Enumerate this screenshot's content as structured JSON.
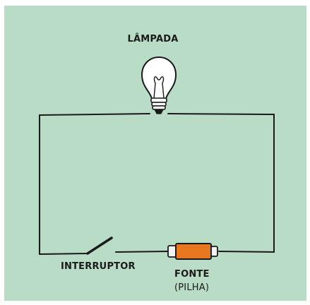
{
  "labels": {
    "lamp": "LÂMPADA",
    "switch": "INTERRUPTOR",
    "source": "FONTE",
    "source_sub": "(PILHA)"
  },
  "colors": {
    "background": "#b9dcc7",
    "wire": "#1a1a1a",
    "battery_body": "#e87722",
    "battery_cap": "#f2f2f2",
    "bulb_glass": "#ffffff"
  },
  "components": {
    "lamp_icon": "light-bulb-icon",
    "switch_icon": "open-switch-icon",
    "battery_icon": "battery-icon"
  }
}
